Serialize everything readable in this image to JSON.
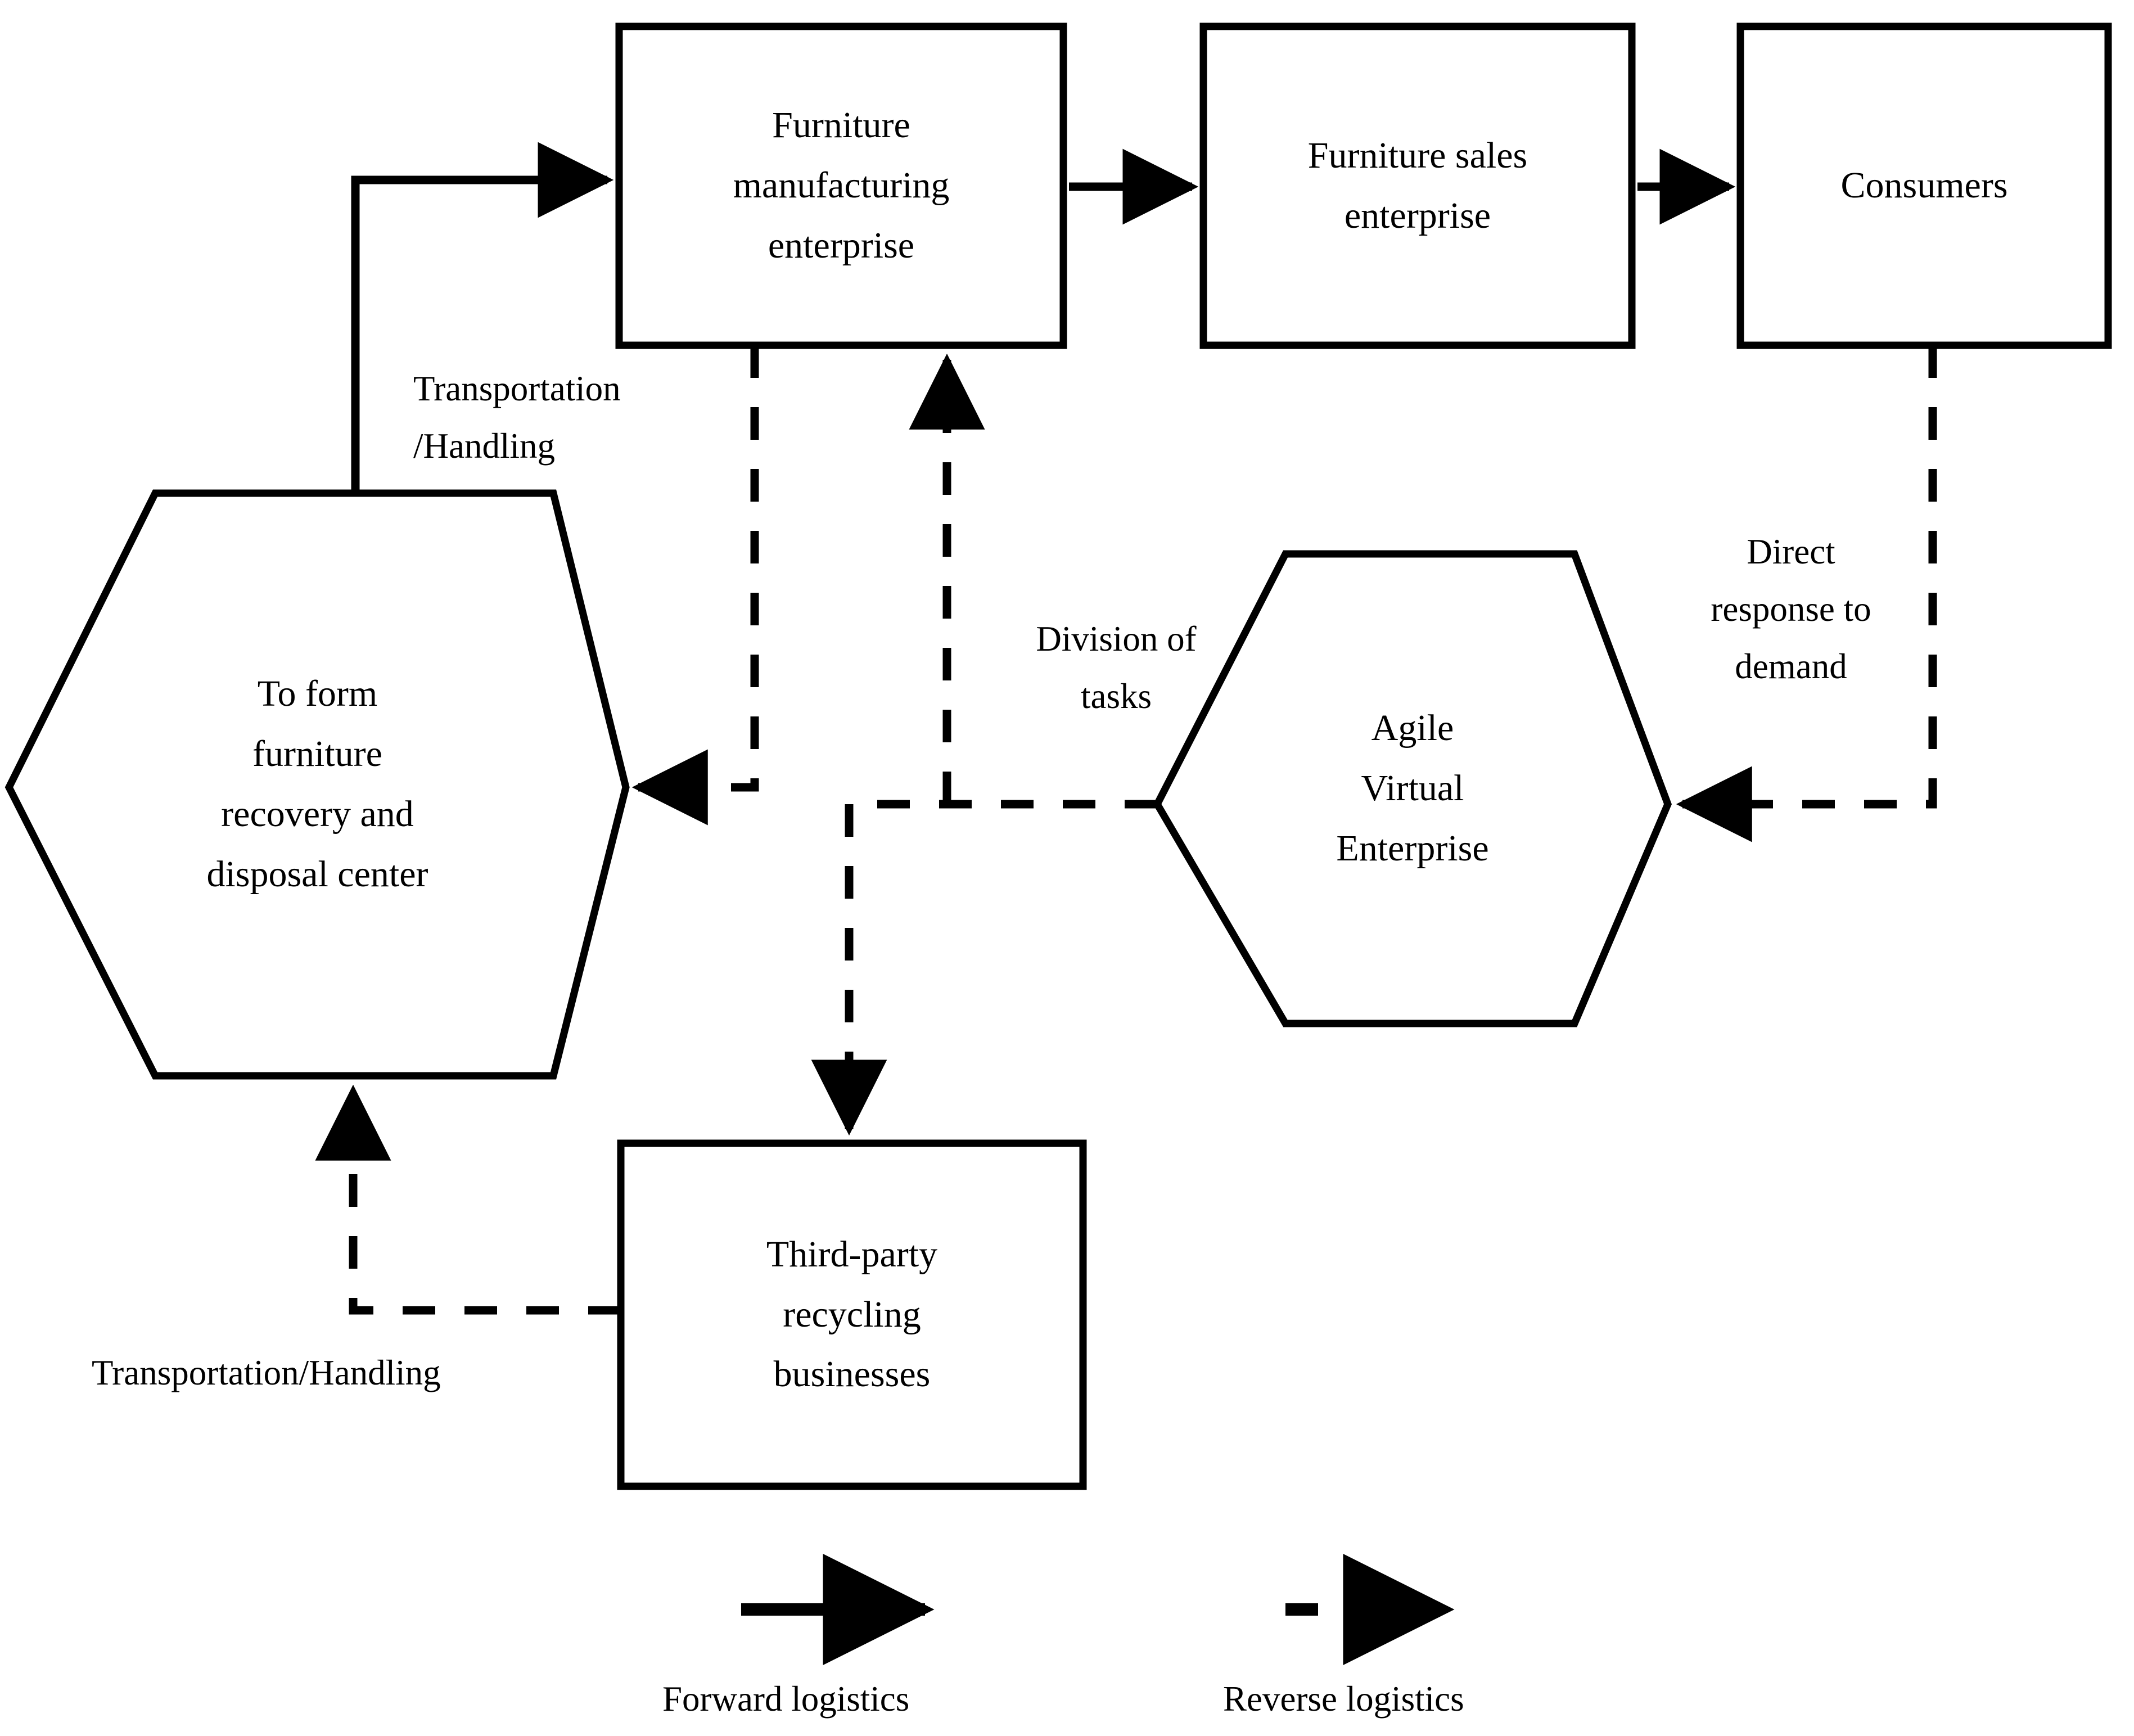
{
  "diagram": {
    "title_present": false,
    "stroke_color": "#000000",
    "background_color": "#ffffff",
    "nodes": [
      {
        "id": "furniture-manufacturing-enterprise",
        "shape": "rectangle",
        "lines": [
          "Furniture",
          "manufacturing",
          "enterprise"
        ]
      },
      {
        "id": "furniture-sales-enterprise",
        "shape": "rectangle",
        "lines": [
          "Furniture sales",
          "enterprise"
        ]
      },
      {
        "id": "consumers",
        "shape": "rectangle",
        "lines": [
          "Consumers"
        ]
      },
      {
        "id": "recovery-disposal-center",
        "shape": "hexagon",
        "lines": [
          "To form",
          "furniture",
          "recovery and",
          "disposal center"
        ]
      },
      {
        "id": "agile-virtual-enterprise",
        "shape": "hexagon",
        "lines": [
          "Agile",
          "Virtual",
          "Enterprise"
        ]
      },
      {
        "id": "third-party-recycling-businesses",
        "shape": "rectangle",
        "lines": [
          "Third-party",
          "recycling",
          "businesses"
        ]
      }
    ],
    "edge_labels": [
      {
        "id": "transportation-handling-upper",
        "lines": [
          "Transportation",
          "/Handling"
        ]
      },
      {
        "id": "division-of-tasks",
        "lines": [
          "Division of",
          "tasks"
        ]
      },
      {
        "id": "direct-response-to-demand",
        "lines": [
          "Direct",
          "response to",
          "demand"
        ]
      },
      {
        "id": "transportation-handling-lower",
        "lines": [
          "Transportation/Handling"
        ]
      }
    ],
    "edges": [
      {
        "from": "recovery-disposal-center",
        "to": "furniture-manufacturing-enterprise",
        "style": "solid",
        "type": "forward"
      },
      {
        "from": "furniture-manufacturing-enterprise",
        "to": "furniture-sales-enterprise",
        "style": "solid",
        "type": "forward"
      },
      {
        "from": "furniture-sales-enterprise",
        "to": "consumers",
        "style": "solid",
        "type": "forward"
      },
      {
        "from": "furniture-manufacturing-enterprise",
        "to": "recovery-disposal-center",
        "style": "dashed",
        "type": "reverse",
        "label": "transportation-handling-upper"
      },
      {
        "from": "agile-virtual-enterprise",
        "to": "recovery-disposal-center",
        "style": "dashed",
        "type": "reverse",
        "label": "division-of-tasks"
      },
      {
        "from": "agile-virtual-enterprise",
        "to": "furniture-manufacturing-enterprise",
        "style": "dashed",
        "type": "reverse"
      },
      {
        "from": "agile-virtual-enterprise",
        "to": "third-party-recycling-businesses",
        "style": "dashed",
        "type": "reverse"
      },
      {
        "from": "consumers",
        "to": "agile-virtual-enterprise",
        "style": "dashed",
        "type": "reverse",
        "label": "direct-response-to-demand"
      },
      {
        "from": "third-party-recycling-businesses",
        "to": "recovery-disposal-center",
        "style": "dashed",
        "type": "reverse",
        "label": "transportation-handling-lower"
      }
    ]
  },
  "legend": {
    "items": [
      {
        "id": "forward-logistics",
        "label": "Forward logistics",
        "style": "solid"
      },
      {
        "id": "reverse-logistics",
        "label": "Reverse logistics",
        "style": "dashed"
      }
    ]
  },
  "nodeText": {
    "manufacturing": {
      "l1": "Furniture",
      "l2": "manufacturing",
      "l3": "enterprise"
    },
    "sales": {
      "l1": "Furniture sales",
      "l2": "enterprise"
    },
    "consumers": {
      "l1": "Consumers"
    },
    "recovery": {
      "l1": "To form",
      "l2": "furniture",
      "l3": "recovery and",
      "l4": "disposal center"
    },
    "agile": {
      "l1": "Agile",
      "l2": "Virtual",
      "l3": "Enterprise"
    },
    "recycling": {
      "l1": "Third-party",
      "l2": "recycling",
      "l3": "businesses"
    }
  },
  "edgeText": {
    "transportUpper": {
      "l1": "Transportation",
      "l2": "/Handling"
    },
    "divisionTasks": {
      "l1": "Division of",
      "l2": "tasks"
    },
    "directResponse": {
      "l1": "Direct",
      "l2": "response to",
      "l3": "demand"
    },
    "transportLower": {
      "l1": "Transportation/Handling"
    }
  },
  "legendText": {
    "forward": "Forward logistics",
    "reverse": "Reverse logistics"
  }
}
